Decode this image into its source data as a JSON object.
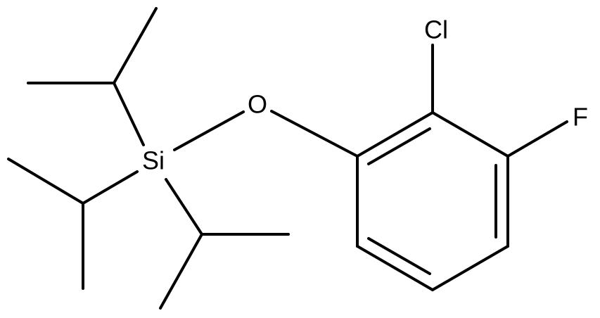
{
  "atoms": {
    "cl": "Cl",
    "f": "F",
    "o": "O",
    "si": "Si"
  },
  "colors": {
    "bond": "#000000",
    "label": "#000000",
    "background": "#ffffff"
  }
}
